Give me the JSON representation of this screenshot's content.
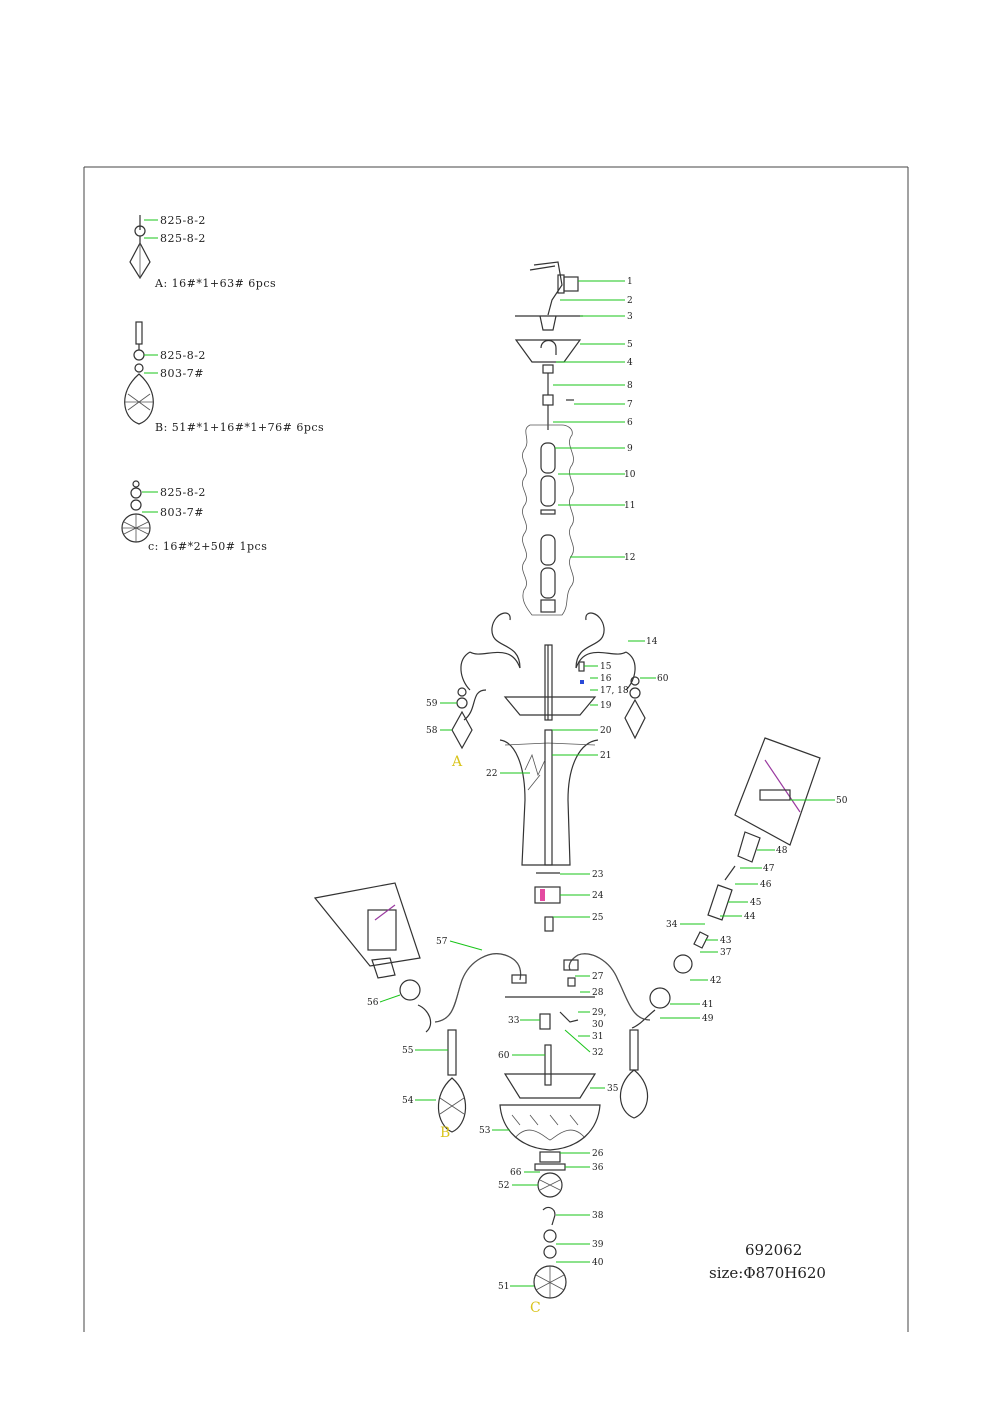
{
  "legend": [
    {
      "codes": [
        "825-8-2",
        "825-8-2"
      ],
      "text": "A: 16#*1+63# 6pcs"
    },
    {
      "codes": [
        "825-8-2",
        "803-7#"
      ],
      "text": "B: 51#*1+16#*1+76#  6pcs"
    },
    {
      "codes": [
        "825-8-2",
        "803-7#"
      ],
      "text": "c: 16#*2+50# 1pcs"
    }
  ],
  "callouts": {
    "right": [
      "1",
      "2",
      "3",
      "5",
      "4",
      "8",
      "7",
      "6",
      "9",
      "10",
      "11",
      "12",
      "14",
      "15",
      "16",
      "17, 18",
      "19",
      "20",
      "21",
      "60",
      "50",
      "48",
      "47",
      "46",
      "45",
      "44",
      "43",
      "37",
      "42",
      "41",
      "49",
      "23",
      "24",
      "25",
      "27",
      "28",
      "29,",
      "30",
      "31",
      "32",
      "35",
      "26",
      "36",
      "38",
      "39",
      "40"
    ],
    "left": [
      "59",
      "58",
      "22",
      "57",
      "56",
      "55",
      "54",
      "34",
      "33",
      "60",
      "53",
      "66",
      "52",
      "51"
    ]
  },
  "assembly_labels": {
    "a": "A",
    "b": "B",
    "c": "C"
  },
  "model": {
    "number": "692062",
    "size": "size:Φ870H620"
  }
}
